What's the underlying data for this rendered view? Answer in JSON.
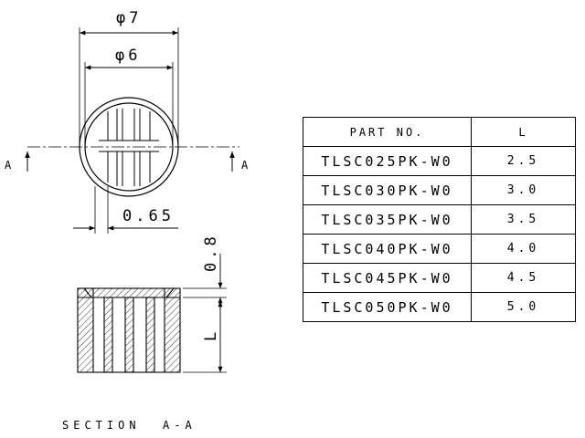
{
  "drawing": {
    "dim_outer": "φ7",
    "dim_inner": "φ6",
    "dim_wall": "0.65",
    "dim_top": "0.8",
    "dim_length": "L",
    "section_marker_left": "A",
    "section_marker_right": "A",
    "section_caption": "SECTION  A-A"
  },
  "table": {
    "headers": {
      "part": "PART NO.",
      "l": "L"
    },
    "rows": [
      {
        "part": "TLSC025PK-W0",
        "l": "2.5"
      },
      {
        "part": "TLSC030PK-W0",
        "l": "3.0"
      },
      {
        "part": "TLSC035PK-W0",
        "l": "3.5"
      },
      {
        "part": "TLSC040PK-W0",
        "l": "4.0"
      },
      {
        "part": "TLSC045PK-W0",
        "l": "4.5"
      },
      {
        "part": "TLSC050PK-W0",
        "l": "5.0"
      }
    ]
  }
}
